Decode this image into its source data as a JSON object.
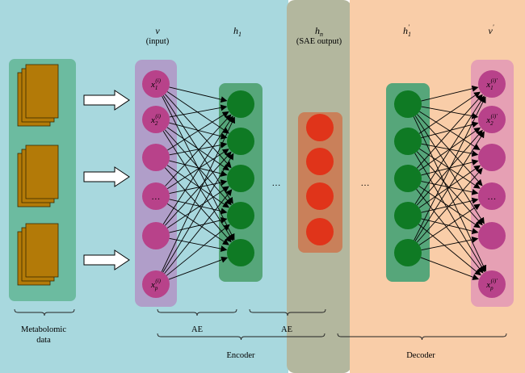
{
  "labels": {
    "input_name": "v",
    "input_sub": "(input)",
    "h1": "h",
    "h1_sub": "1",
    "hn": "h",
    "hn_sub": "n",
    "hn_caption": "(SAE output)",
    "h1_prime": "h",
    "h1_prime_sub": "1",
    "prime": "′",
    "v_prime": "v",
    "metabolomic_line1": "Metabolomic",
    "metabolomic_line2": "data",
    "ae1": "AE",
    "ae2": "AE",
    "encoder": "Encoder",
    "decoder": "Decoder",
    "ellipsis": "…"
  },
  "input_nodes": [
    {
      "base": "x",
      "sub": "1",
      "sup": "(i)"
    },
    {
      "base": "x",
      "sub": "2",
      "sup": "(i)"
    },
    {
      "base": "",
      "sub": "",
      "sup": ""
    },
    {
      "base": "…",
      "sub": "",
      "sup": ""
    },
    {
      "base": "",
      "sub": "",
      "sup": ""
    },
    {
      "base": "x",
      "sub": "p",
      "sup": "(i)"
    }
  ],
  "output_nodes": [
    {
      "base": "x",
      "sub": "1",
      "sup": "(i)′"
    },
    {
      "base": "x",
      "sub": "2",
      "sup": "(i)′"
    },
    {
      "base": "",
      "sub": "",
      "sup": ""
    },
    {
      "base": "…",
      "sub": "",
      "sup": ""
    },
    {
      "base": "",
      "sub": "",
      "sup": ""
    },
    {
      "base": "x",
      "sub": "p",
      "sup": "(i)′"
    }
  ],
  "colors": {
    "encoder_bg": "#a8d8de",
    "middle_bg": "#b3b79e",
    "decoder_bg": "#f9cda8",
    "input_panel": "#b09ec9",
    "output_panel": "#e6a0b4",
    "node_magenta": "#b8428a",
    "node_green": "#0f7a24",
    "green_panel": "#56a67a",
    "node_red": "#e0341a",
    "red_panel": "#c9805a",
    "data_panel": "#6cbba0",
    "doc_fill": "#b37a08",
    "doc_stroke": "#3a2a00"
  }
}
